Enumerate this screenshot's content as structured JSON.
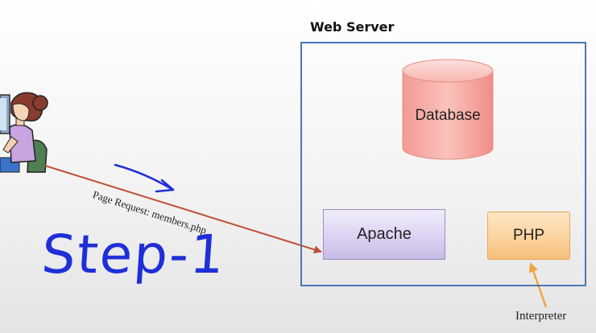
{
  "diagram": {
    "server_title": "Web Server",
    "database_label": "Database",
    "apache_label": "Apache",
    "php_label": "PHP",
    "request_label": "Page Request: members.php",
    "interpreter_label": "Interpreter",
    "handwritten_step": "Step-1"
  },
  "colors": {
    "server_border": "#4a77b4",
    "request_arrow": "#c0503a",
    "interpreter_arrow": "#f0a540",
    "annotation_ink": "#1f2fd8",
    "database_fill": "#f6aaa4",
    "apache_fill": "#d8cdf0",
    "php_fill": "#fbd19b"
  },
  "icons": {
    "user": "user-at-computer-icon"
  }
}
